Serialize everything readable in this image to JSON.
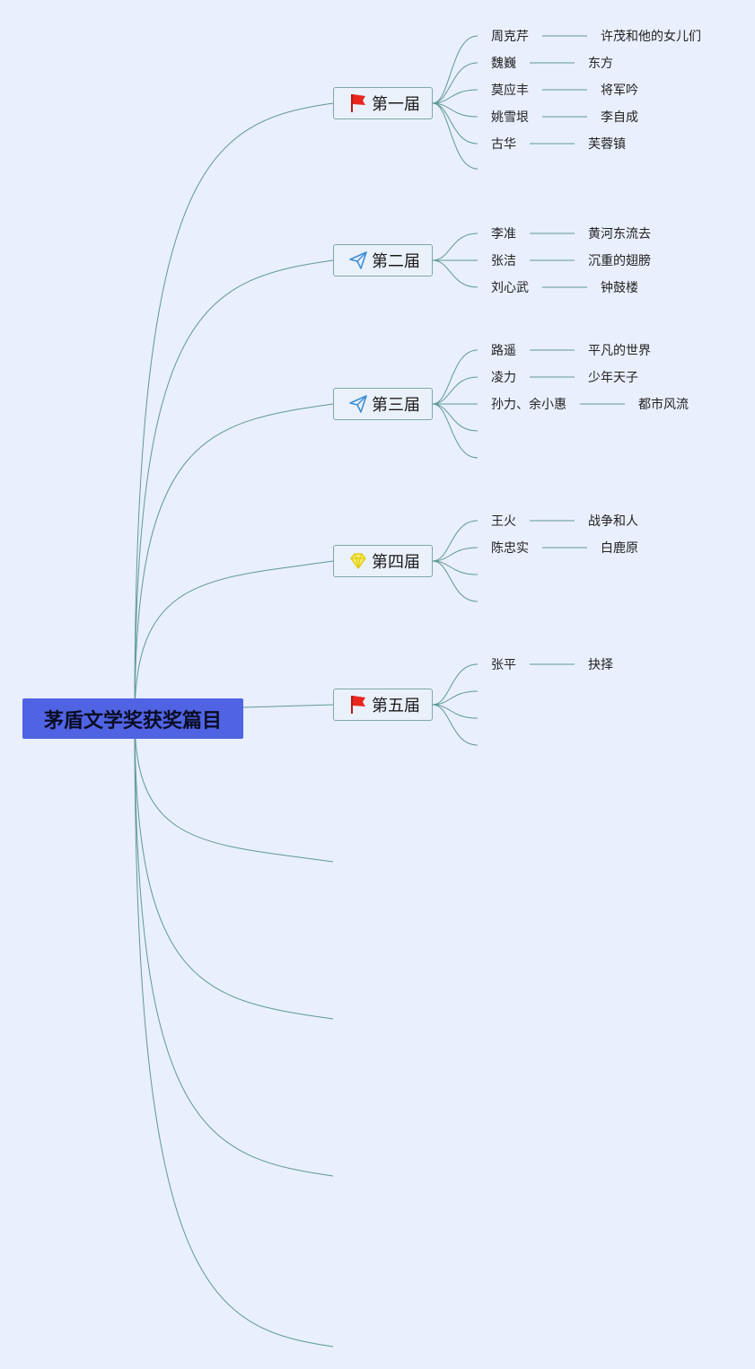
{
  "root": {
    "label": "茅盾文学奖获奖篇目"
  },
  "branches": [
    {
      "label": "第一届",
      "icon": "red-flag-icon",
      "authors": [
        "周克芹",
        "魏巍",
        "莫应丰",
        "姚雪垠",
        "古华"
      ],
      "works": [
        "许茂和他的女儿们",
        "东方",
        "将军吟",
        "李自成",
        "芙蓉镇"
      ]
    },
    {
      "label": "第二届",
      "icon": "paper-plane-icon",
      "authors": [
        "李准",
        "张洁",
        "刘心武"
      ],
      "works": [
        "黄河东流去",
        "沉重的翅膀",
        "钟鼓楼"
      ]
    },
    {
      "label": "第三届",
      "icon": "paper-plane-icon",
      "authors": [
        "路遥",
        "凌力",
        "孙力、余小惠"
      ],
      "works": [
        "平凡的世界",
        "少年天子",
        "都市风流"
      ]
    },
    {
      "label": "第四届",
      "icon": "diamond-icon",
      "authors": [
        "王火",
        "陈忠实"
      ],
      "works": [
        "战争和人",
        "白鹿原"
      ]
    },
    {
      "label": "第五届",
      "icon": "red-flag-icon",
      "authors": [
        "张平"
      ],
      "works": [
        "抉择"
      ]
    }
  ],
  "colors": {
    "background": "#e9effc",
    "root_fill": "#4f63e3",
    "connector": "#5f9995",
    "flag": "#e8261c",
    "plane": "#3a8fd6",
    "diamond": "#f3e23a"
  }
}
